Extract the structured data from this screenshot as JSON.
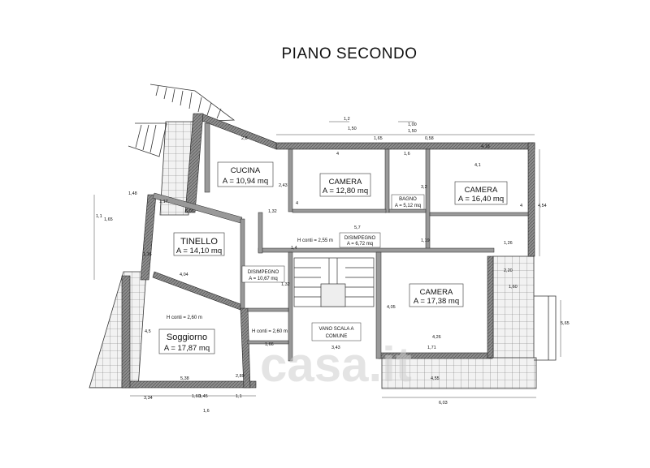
{
  "title": "PIANO SECONDO",
  "rooms": {
    "cucina": {
      "name": "CUCINA",
      "area": "A = 10,94 mq"
    },
    "camera1": {
      "name": "CAMERA",
      "area": "A = 12,80 mq"
    },
    "bagno": {
      "name": "BAGNO",
      "area": "A = 5,12 mq"
    },
    "camera2": {
      "name": "CAMERA",
      "area": "A = 16,40 mq"
    },
    "tinello": {
      "name": "TINELLO",
      "area": "A = 14,10 mq"
    },
    "disimpegno1": {
      "name": "DISIMPEGNO",
      "area": "A = 10,67 mq"
    },
    "disimpegno2": {
      "name": "DISIMPEGNO",
      "area": "A = 6,72 mq"
    },
    "camera3": {
      "name": "CAMERA",
      "area": "A = 17,38 mq"
    },
    "soggiorno": {
      "name": "Soggiorno",
      "area": "A = 17,87 mq"
    },
    "vano_scala": {
      "line1": "VANO SCALA A",
      "line2": "COMUNE"
    }
  },
  "heights": {
    "h1": "H conti = 2,55 m",
    "h2": "H conti = 2,60 m",
    "h3": "H conti = 2,60 m"
  },
  "dimensions": {
    "d1_2": "1,2",
    "d1_50a": "1,50",
    "d1_65": "1,65",
    "d1_00": "1,00",
    "d1_50b": "1,50",
    "d0_58": "0,58",
    "d4_top": "4",
    "d1_6": "1,6",
    "d4_18": "4,18",
    "d4_1": "4,1",
    "d4_54": "4,54",
    "d4_right": "4",
    "d2_8": "2,8",
    "d2_43": "2,43",
    "d1_32": "1,32",
    "d4_cam": "4",
    "d3_2": "3,2",
    "d1_26": "1,26",
    "d1_19": "1,19",
    "d5_7": "5,7",
    "d1_4": "1,4",
    "d4_05": "4,05",
    "d4_26": "4,26",
    "d1_71": "1,71",
    "d4_55": "4,55",
    "d6_03": "6,03",
    "d1_60": "1,60",
    "d5_65": "5,65",
    "d2_20": "2,20",
    "d6_01": "6,01",
    "d4_04": "4,04",
    "d1_17": "1,17",
    "d1_48": "1,48",
    "d1_1": "1,1",
    "d1_65b": "1,65",
    "d1_16": "1,16",
    "d5_38": "5,38",
    "d3_34": "3,34",
    "d1_60b": "1,60",
    "d1_45": "1,45",
    "d1_1b": "1,1",
    "d1_6b": "1,6",
    "d2_89": "2,89",
    "d1_66": "1,66",
    "d3_43": "3,43",
    "d1_32b": "1,32",
    "d4_5": "4,5"
  },
  "watermark": "casa.it"
}
